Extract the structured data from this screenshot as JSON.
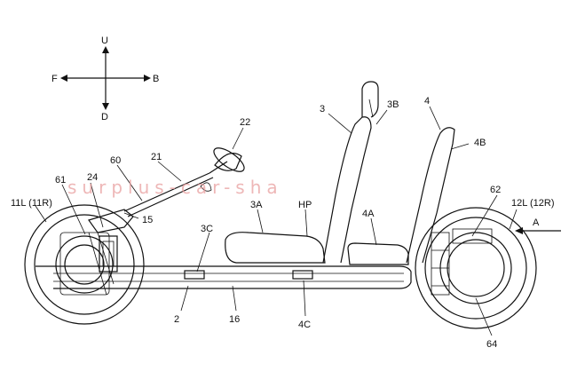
{
  "axes": {
    "up": "U",
    "down": "D",
    "front": "F",
    "back": "B"
  },
  "labels": {
    "l22": "22",
    "l21": "21",
    "l60": "60",
    "l61": "61",
    "l24": "24",
    "l15": "15",
    "l11": "11L (11R)",
    "l3": "3",
    "l3b": "3B",
    "l4": "4",
    "l4b": "4B",
    "l3a": "3A",
    "lhp": "HP",
    "l3c": "3C",
    "l4a": "4A",
    "l62": "62",
    "l12": "12L (12R)",
    "la": "A",
    "l2": "2",
    "l16": "16",
    "l4c": "4C",
    "l64": "64"
  },
  "watermark": "surplus-car-sha"
}
